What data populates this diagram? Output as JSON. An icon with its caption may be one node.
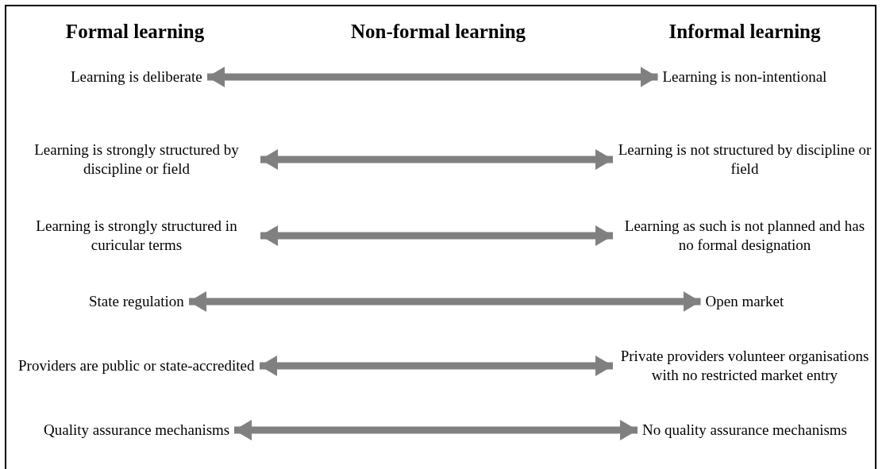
{
  "diagram": {
    "nodes": [
      {
        "text": [
          "Learning is deliberate"
        ]
      },
      {
        "text": [
          "Learning is non-intentional"
        ]
      },
      {
        "text": [
          "Learning is strongly structured by discipline or field"
        ]
      },
      {
        "text": [
          "Learning is not structured by discipline or field"
        ]
      },
      {
        "text": [
          "Learning is strongly structured in curicular terms"
        ]
      },
      {
        "text": [
          "Learning as such is not planned and has no formal designation"
        ]
      },
      {
        "text": [
          "State regulation"
        ]
      },
      {
        "text": [
          "Open market"
        ]
      },
      {
        "text": [
          "Providers are public or state-accredited"
        ]
      },
      {
        "text": [
          "Private providers volunteer organisations with no restricted market entry"
        ]
      },
      {
        "text": [
          "Quality assurance mechanisms"
        ]
      },
      {
        "text": [
          "No quality assurance mechanisms"
        ]
      }
    ],
    "edges": [
      {
        "from": 0,
        "to": 1,
        "arrow": "both"
      },
      {
        "from": 2,
        "to": 3,
        "arrow": "both"
      },
      {
        "from": 4,
        "to": 5,
        "arrow": "both"
      },
      {
        "from": 6,
        "to": 7,
        "arrow": "both"
      },
      {
        "from": 8,
        "to": 9,
        "arrow": "both"
      },
      {
        "from": 10,
        "to": 11,
        "arrow": "both"
      }
    ],
    "labels": [
      "Formal learning",
      "Non-formal learning",
      "Informal learning"
    ]
  }
}
